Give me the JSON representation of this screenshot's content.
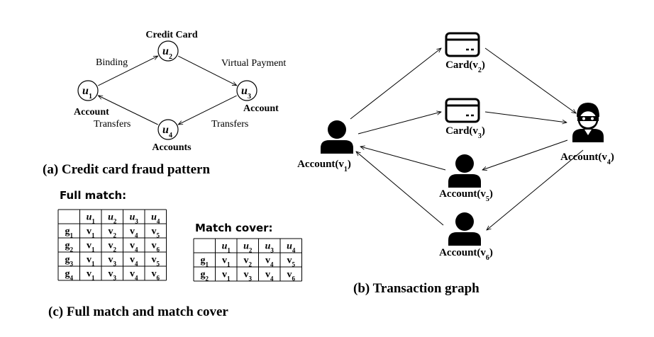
{
  "pattern": {
    "caption": "(a) Credit card fraud pattern",
    "nodes": [
      {
        "id": "u1",
        "letter": "u",
        "sub": "1",
        "label": "Account"
      },
      {
        "id": "u2",
        "letter": "u",
        "sub": "2",
        "label": "Credit Card"
      },
      {
        "id": "u3",
        "letter": "u",
        "sub": "3",
        "label": "Account"
      },
      {
        "id": "u4",
        "letter": "u",
        "sub": "4",
        "label": "Accounts"
      }
    ],
    "edges": [
      {
        "from": "u1",
        "to": "u2",
        "label": "Binding"
      },
      {
        "from": "u2",
        "to": "u3",
        "label": "Virtual Payment"
      },
      {
        "from": "u3",
        "to": "u4",
        "label": "Transfers"
      },
      {
        "from": "u4",
        "to": "u1",
        "label": "Transfers"
      }
    ]
  },
  "graph": {
    "caption": "(b) Transaction graph",
    "nodes": [
      {
        "id": "v1",
        "kind": "person",
        "name": "Account",
        "sub": "1"
      },
      {
        "id": "v2",
        "kind": "card",
        "name": "Card",
        "sub": "2"
      },
      {
        "id": "v3",
        "kind": "card",
        "name": "Card",
        "sub": "3"
      },
      {
        "id": "v4",
        "kind": "fraudster",
        "name": "Account",
        "sub": "4"
      },
      {
        "id": "v5",
        "kind": "person",
        "name": "Account",
        "sub": "5"
      },
      {
        "id": "v6",
        "kind": "person",
        "name": "Account",
        "sub": "6"
      }
    ],
    "edges": [
      {
        "from": "v1",
        "to": "v2"
      },
      {
        "from": "v1",
        "to": "v3"
      },
      {
        "from": "v2",
        "to": "v4"
      },
      {
        "from": "v3",
        "to": "v4"
      },
      {
        "from": "v4",
        "to": "v5"
      },
      {
        "from": "v4",
        "to": "v6"
      },
      {
        "from": "v5",
        "to": "v1"
      },
      {
        "from": "v6",
        "to": "v1"
      }
    ]
  },
  "tables": {
    "caption": "(c) Full match and match cover",
    "full_match": {
      "title": "Full match:",
      "headers": [
        "u1",
        "u2",
        "u3",
        "u4"
      ],
      "rows": [
        {
          "g": "1",
          "cells": [
            "1",
            "2",
            "4",
            "5"
          ]
        },
        {
          "g": "2",
          "cells": [
            "1",
            "2",
            "4",
            "6"
          ]
        },
        {
          "g": "3",
          "cells": [
            "1",
            "3",
            "4",
            "5"
          ]
        },
        {
          "g": "4",
          "cells": [
            "1",
            "3",
            "4",
            "6"
          ]
        }
      ]
    },
    "match_cover": {
      "title": "Match cover:",
      "headers": [
        "u1",
        "u2",
        "u3",
        "u4"
      ],
      "rows": [
        {
          "g": "1",
          "cells": [
            "1",
            "2",
            "4",
            "5"
          ]
        },
        {
          "g": "2",
          "cells": [
            "1",
            "3",
            "4",
            "6"
          ]
        }
      ]
    }
  }
}
